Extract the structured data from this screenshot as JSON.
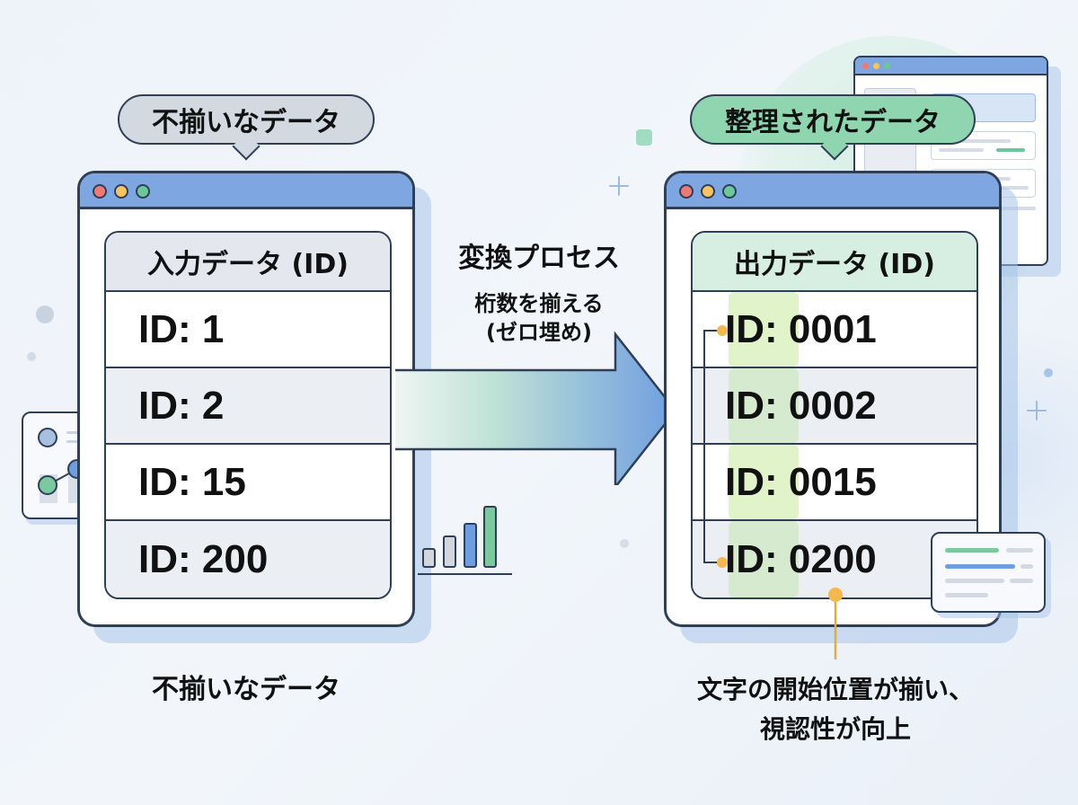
{
  "colors": {
    "window_border": "#2e3f57",
    "titlebar": "#7ea6e0",
    "bubble_gray": "#d3d9e1",
    "bubble_green": "#8fd6b0",
    "highlight_green": "#dcf0c8",
    "accent_orange": "#f5b84f",
    "arrow_start": "#d8efe6",
    "arrow_end": "#6f9ee0"
  },
  "left": {
    "bubble_label": "不揃いなデータ",
    "table_header": "入力データ (ID)",
    "rows": [
      "ID: 1",
      "ID: 2",
      "ID: 15",
      "ID: 200"
    ],
    "caption": "不揃いなデータ"
  },
  "process": {
    "title": "変換プロセス",
    "subtitle_line1": "桁数を揃える",
    "subtitle_line2": "(ゼロ埋め)"
  },
  "right": {
    "bubble_label": "整理されたデータ",
    "table_header": "出力データ (ID)",
    "rows": [
      "ID: 0001",
      "ID: 0002",
      "ID: 0015",
      "ID: 0200"
    ],
    "caption_line1": "文字の開始位置が揃い、",
    "caption_line2": "視認性が向上"
  },
  "icons": {
    "left_chart_card": "line-chart-card-icon",
    "bar_chart": "bar-chart-icon",
    "text_card": "text-lines-card-icon",
    "background_window": "browser-window-icon"
  }
}
